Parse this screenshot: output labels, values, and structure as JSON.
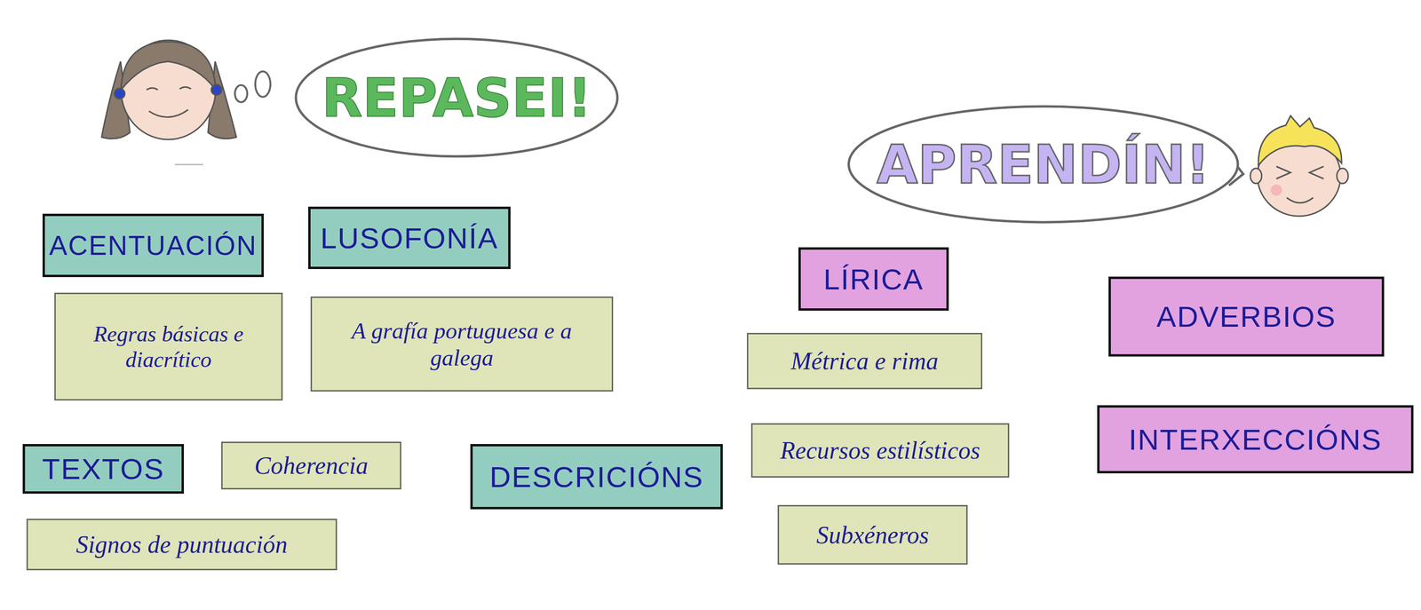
{
  "diagram": {
    "nodes": [
      {
        "text": [
          "REPASEI!"
        ]
      },
      {
        "text": [
          "APRENDÍN!"
        ]
      },
      {
        "text": [
          "ACENTUACIÓN"
        ]
      },
      {
        "text": [
          "LUSOFONÍA"
        ]
      },
      {
        "text": [
          "LÍRICA"
        ]
      },
      {
        "text": [
          "ADVERBIOS"
        ]
      },
      {
        "text": [
          "Regras básicas e diacrítico"
        ]
      },
      {
        "text": [
          "A grafía portuguesa e a galega"
        ]
      },
      {
        "text": [
          "Métrica e rima"
        ]
      },
      {
        "text": [
          "INTERXECCIÓNS"
        ]
      },
      {
        "text": [
          "Recursos estilísticos"
        ]
      },
      {
        "text": [
          "TEXTOS"
        ]
      },
      {
        "text": [
          "Coherencia"
        ]
      },
      {
        "text": [
          "DESCRICIÓNS"
        ]
      },
      {
        "text": [
          "Subxéneros"
        ]
      },
      {
        "text": [
          "Signos de puntuación"
        ]
      }
    ]
  }
}
